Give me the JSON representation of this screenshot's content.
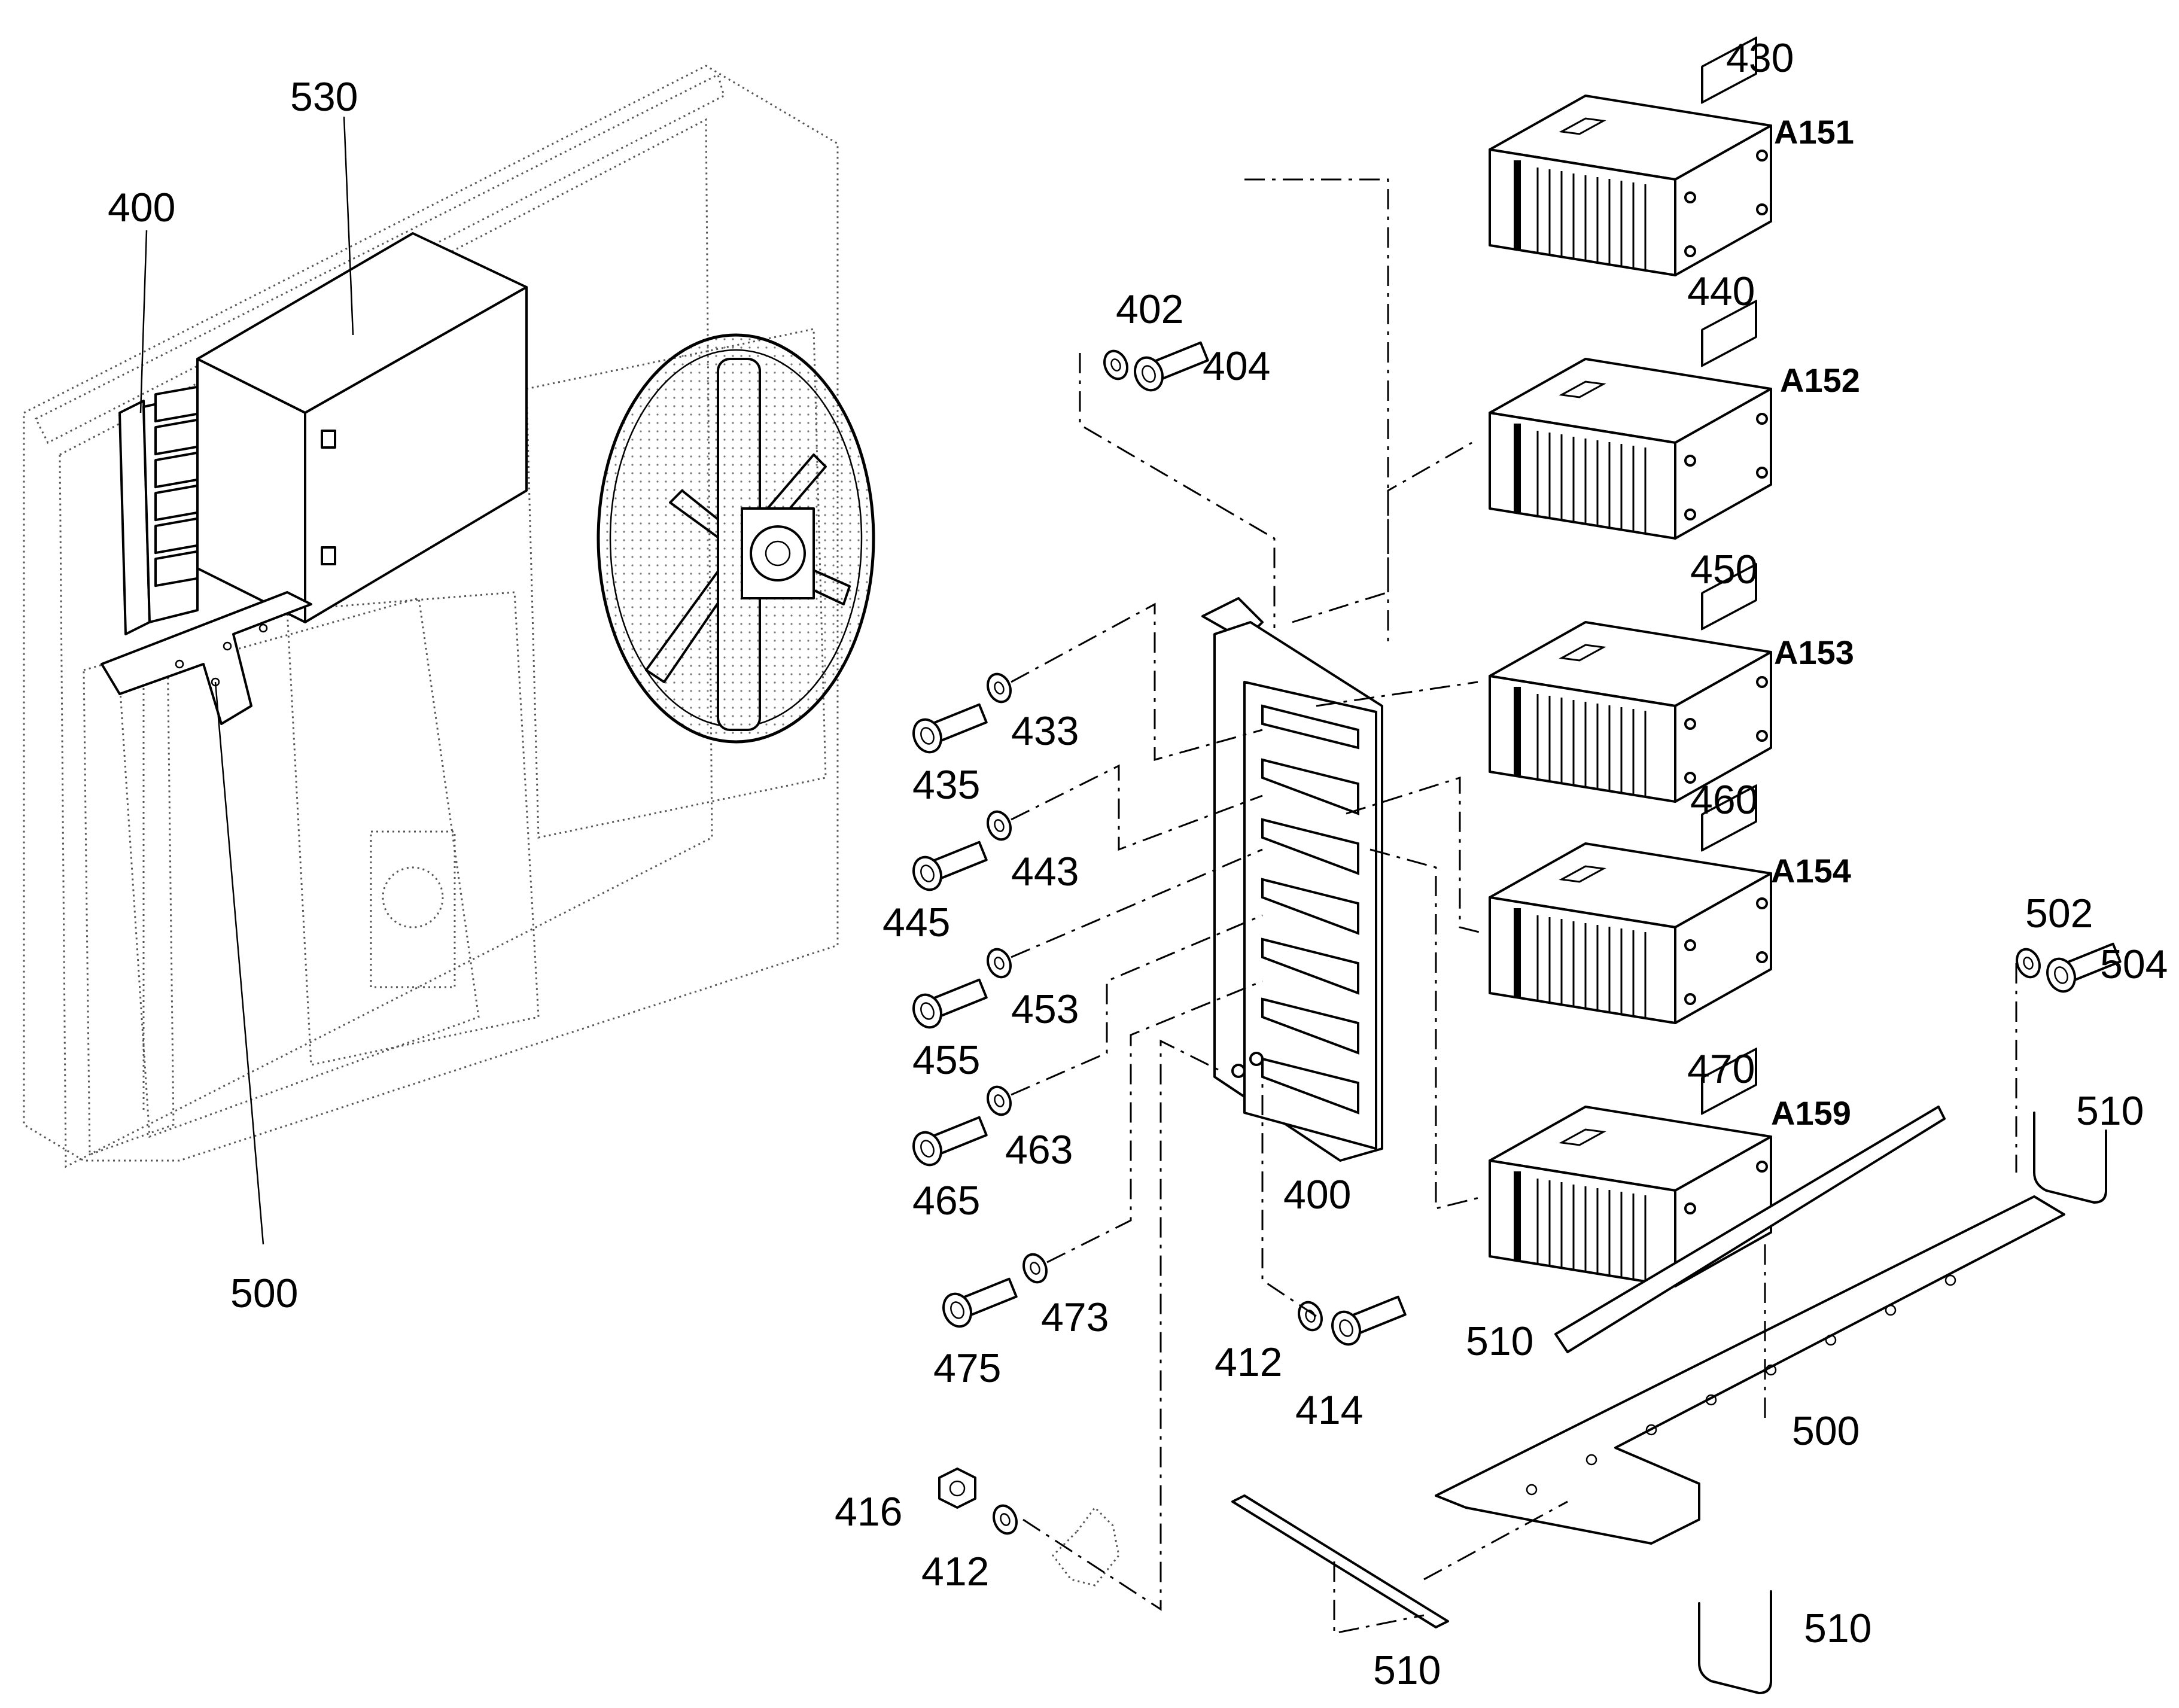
{
  "callouts": {
    "c530": "530",
    "c400a": "400",
    "c500a": "500",
    "c402": "402",
    "c404": "404",
    "c430": "430",
    "c440": "440",
    "c450": "450",
    "c460": "460",
    "c470": "470",
    "c433": "433",
    "c435": "435",
    "c443": "443",
    "c445": "445",
    "c453": "453",
    "c455": "455",
    "c463": "463",
    "c465": "465",
    "c473": "473",
    "c475": "475",
    "c400b": "400",
    "c412a": "412",
    "c414": "414",
    "c416": "416",
    "c412b": "412",
    "c502": "502",
    "c504": "504",
    "c510a": "510",
    "c510b": "510",
    "c510c": "510",
    "c510d": "510",
    "c500b": "500"
  },
  "module_codes": {
    "a151": "A151",
    "a152": "A152",
    "a153": "A153",
    "a154": "A154",
    "a159": "A159"
  }
}
